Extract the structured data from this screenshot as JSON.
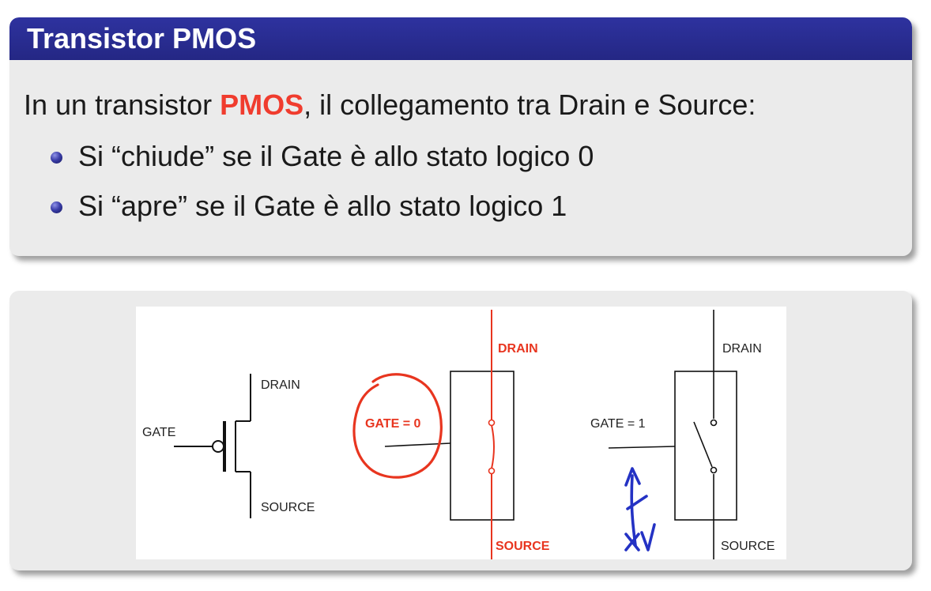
{
  "slide": {
    "title": "Transistor PMOS",
    "intro_before": "In un transistor ",
    "intro_highlight": "PMOS",
    "intro_after": ", il collegamento tra Drain e Source:",
    "bullets": [
      "Si “chiude” se il Gate è allo stato logico 0",
      "Si “apre” se il Gate è allo stato logico 1"
    ]
  },
  "figure": {
    "symbol": {
      "gate": "GATE",
      "drain": "DRAIN",
      "source": "SOURCE"
    },
    "switch_closed": {
      "drain": "DRAIN",
      "gate": "GATE = 0",
      "source": "SOURCE"
    },
    "switch_open": {
      "drain": "DRAIN",
      "gate": "GATE = 1",
      "source": "SOURCE"
    }
  },
  "colors": {
    "header_bg": "#2a2e93",
    "highlight": "#f03c2e",
    "annotation_red": "#e8351f",
    "annotation_blue": "#2432c4"
  },
  "icons": [
    "bullet-sphere-icon"
  ]
}
